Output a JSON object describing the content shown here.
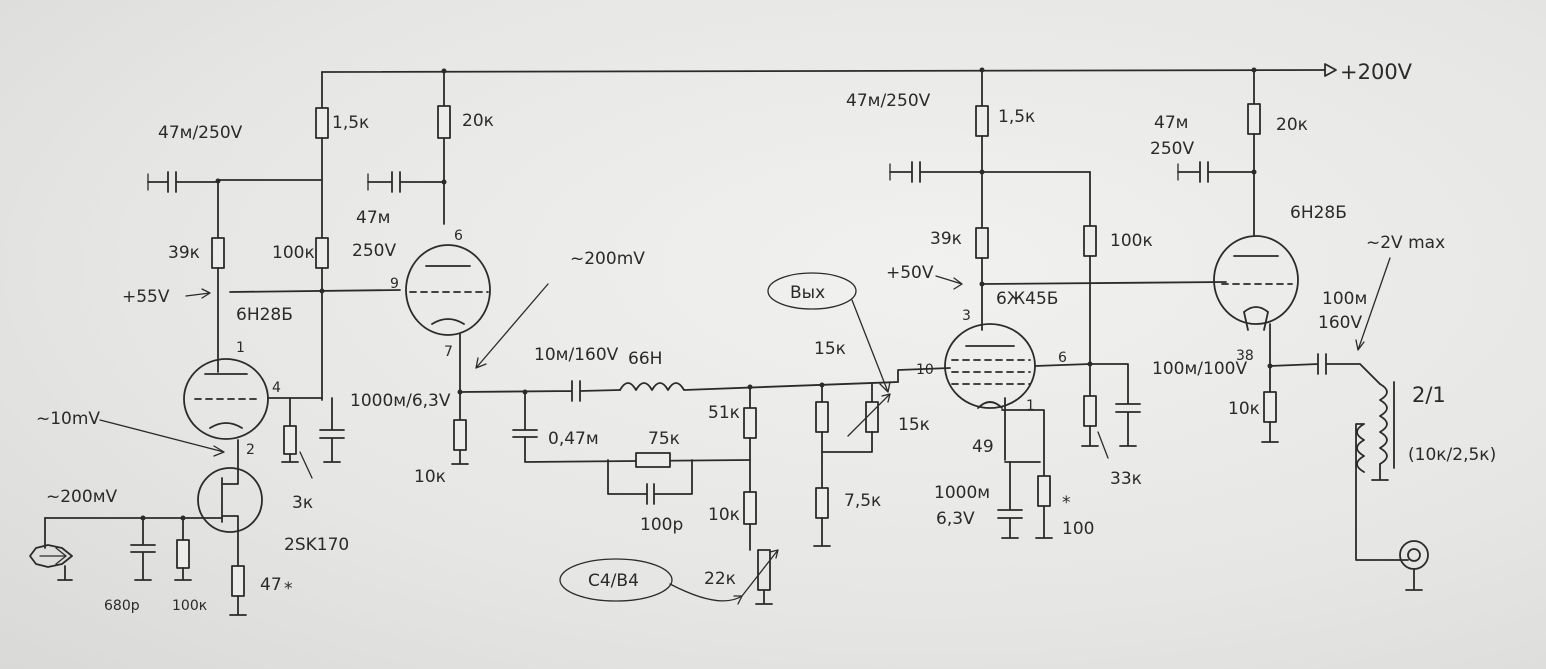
{
  "labels": {
    "supply": "+200V",
    "amp1_signal": "~10mV",
    "input_signal": "~200мV",
    "stage1_anode_voltage": "+55V",
    "interstage_signal": "~200mV",
    "out_signal": "~2V max",
    "tube_left": "6H28Б",
    "tube_right": "6H28Б",
    "pentode": "6Ж45Б",
    "pentode_voltage": "+50V",
    "fet": "2SK170",
    "out_tag": "Вых",
    "c4b4_tag": "C4/B4",
    "transformer_ratio": "2/1",
    "transformer_imp": "(10к/2,5к)"
  },
  "components": {
    "c_47u_250v_a": "47м/250V",
    "r_1k5_a": "1,5к",
    "r_20k_a": "20к",
    "c_47u_250v_b_top": "47м",
    "c_47u_250v_b_bot": "250V",
    "r_39k_a": "39к",
    "r_100k_a": "100к",
    "c_1000u_6v3_a": "1000м/6,3V",
    "r_3k": "3к",
    "r_47": "47",
    "star": "*",
    "c_680p": "680р",
    "r_100k_in": "100к",
    "r_10k_cf": "10к",
    "c_10u_160v": "10м/160V",
    "l_66h": "66Н",
    "c_047u": "0,47м",
    "r_75k": "75к",
    "c_100p": "100р",
    "r_51k": "51к",
    "r_10k_div": "10к",
    "r_22k_pot": "22к",
    "r_15k_a": "15к",
    "r_15k_pot": "15к",
    "r_7k5": "7,5к",
    "c_47u_250v_c": "47м/250V",
    "r_1k5_b": "1,5к",
    "r_39k_b": "39к",
    "r_100k_b": "100к",
    "r_33k": "33к",
    "c_1000u_6v3_b_top": "1000м",
    "c_1000u_6v3_b_bot": "6,3V",
    "r_100": "100",
    "c_47u_250v_d_top": "47м",
    "c_47u_250v_d_bot": "250V",
    "r_20k_b": "20к",
    "c_100u_100v": "100м/100V",
    "r_10k_out": "10к",
    "c_100u_160v_top": "100м",
    "c_100u_160v_bot": "160V"
  },
  "pins": {
    "p1": "1",
    "p2": "2",
    "p4": "4",
    "p6a": "6",
    "p7": "7",
    "p9": "9",
    "p3": "3",
    "p10": "10",
    "p6b": "6",
    "p1b": "1",
    "p49": "49",
    "p38": "38"
  },
  "colors": {
    "ink": "#2b2b2b",
    "paper": "#ececea"
  }
}
